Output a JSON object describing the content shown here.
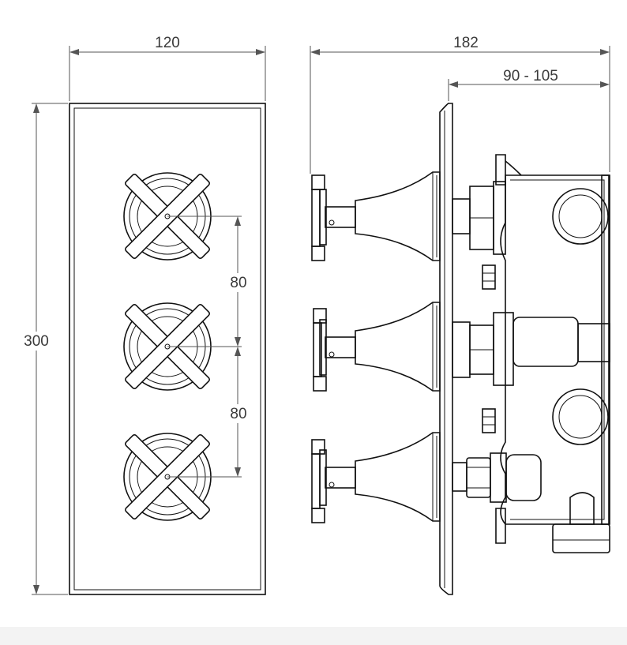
{
  "dimensions": {
    "front_width": "120",
    "front_height": "300",
    "spacing_upper": "80",
    "spacing_lower": "80",
    "side_depth": "182",
    "body_depth": "90 - 105"
  },
  "colors": {
    "line": "#111111",
    "dimension": "#555555",
    "text": "#3a3a3a",
    "footer": "#f3f3f3"
  }
}
